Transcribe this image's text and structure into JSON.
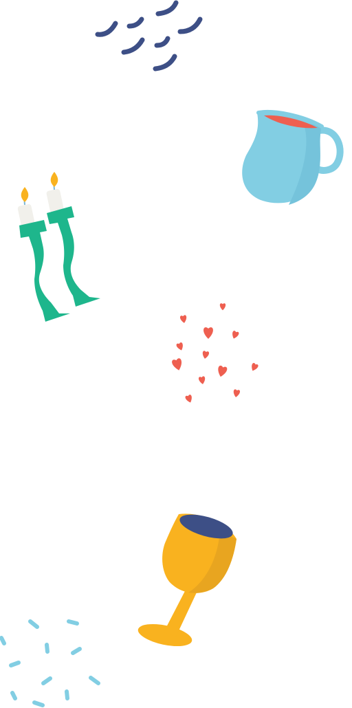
{
  "palette": {
    "navy": "#3d4f86",
    "teal": "#1eb68c",
    "sky": "#82cee3",
    "coral": "#ee5f50",
    "gold": "#f9b21f",
    "gold_shade": "#e8a520",
    "flame": "#f9b21f",
    "wax": "#f1f0eb",
    "wick": "#7ab8d6"
  },
  "illustrations": [
    {
      "name": "navy-confetti",
      "icon": "confetti-icon"
    },
    {
      "name": "pitcher",
      "icon": "pitcher-icon"
    },
    {
      "name": "candlesticks",
      "icon": "candlesticks-icon"
    },
    {
      "name": "hearts",
      "icon": "hearts-icon"
    },
    {
      "name": "kiddush-cup",
      "icon": "goblet-icon"
    },
    {
      "name": "sky-sprinkles",
      "icon": "sprinkles-icon"
    }
  ]
}
